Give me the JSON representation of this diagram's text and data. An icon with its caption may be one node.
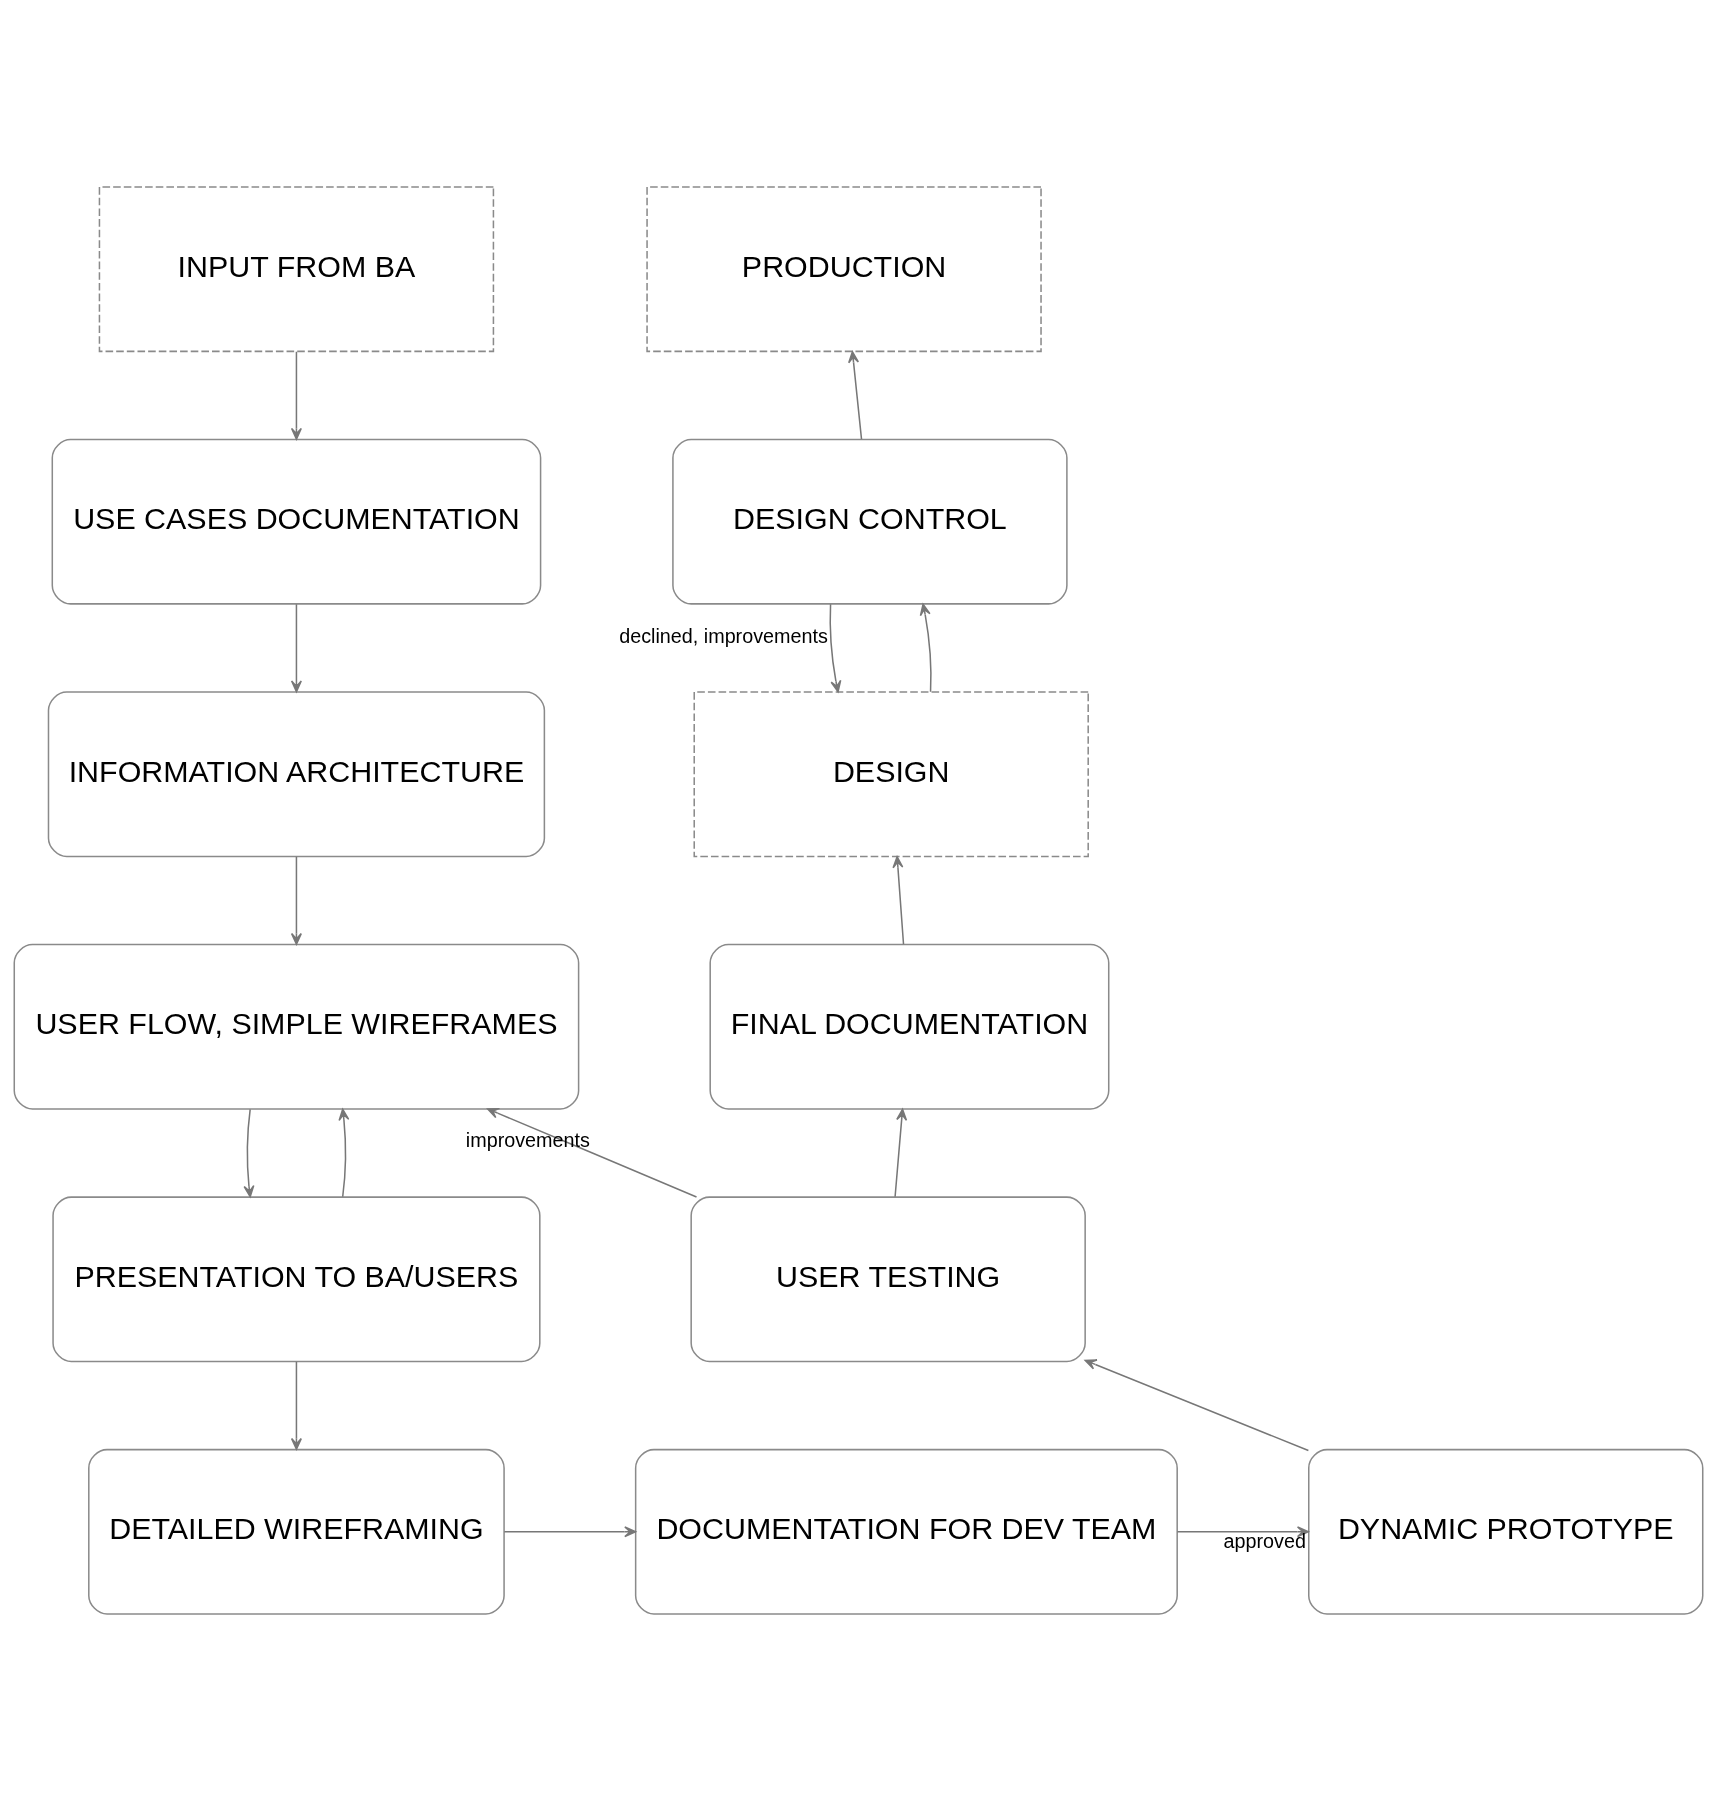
{
  "diagram": {
    "nodes": [
      {
        "text": [
          "INPUT FROM BA"
        ]
      },
      {
        "text": [
          "USE CASES DOCUMENTATION"
        ]
      },
      {
        "text": [
          "INFORMATION ARCHITECTURE"
        ]
      },
      {
        "text": [
          "USER FLOW, SIMPLE WIREFRAMES"
        ]
      },
      {
        "text": [
          "PRESENTATION TO BA/USERS"
        ]
      },
      {
        "text": [
          "DETAILED WIREFRAMING"
        ]
      },
      {
        "text": [
          "DOCUMENTATION FOR DEV TEAM"
        ]
      },
      {
        "text": [
          "DYNAMIC PROTOTYPE"
        ]
      },
      {
        "text": [
          "USER TESTING"
        ]
      },
      {
        "text": [
          "FINAL DOCUMENTATION"
        ]
      },
      {
        "text": [
          "DESIGN"
        ]
      },
      {
        "text": [
          "DESIGN CONTROL"
        ]
      },
      {
        "text": [
          "PRODUCTION"
        ]
      }
    ],
    "edges": [
      {
        "from": 0,
        "to": 1,
        "arrow": "to"
      },
      {
        "from": 1,
        "to": 2,
        "arrow": "to"
      },
      {
        "from": 2,
        "to": 3,
        "arrow": "to"
      },
      {
        "from": 3,
        "to": 4,
        "arrow": "to"
      },
      {
        "from": 4,
        "to": 3,
        "arrow": "to"
      },
      {
        "from": 4,
        "to": 5,
        "arrow": "to"
      },
      {
        "from": 5,
        "to": 6,
        "arrow": "to"
      },
      {
        "from": 6,
        "to": 7,
        "arrow": "to",
        "label": "approved"
      },
      {
        "from": 7,
        "to": 8,
        "arrow": "to"
      },
      {
        "from": 8,
        "to": 3,
        "arrow": "to",
        "label": "improvements"
      },
      {
        "from": 8,
        "to": 9,
        "arrow": "to"
      },
      {
        "from": 9,
        "to": 10,
        "arrow": "to"
      },
      {
        "from": 10,
        "to": 11,
        "arrow": "to"
      },
      {
        "from": 11,
        "to": 10,
        "arrow": "to",
        "label": "declined, improvements"
      },
      {
        "from": 11,
        "to": 12,
        "arrow": "to"
      }
    ]
  }
}
